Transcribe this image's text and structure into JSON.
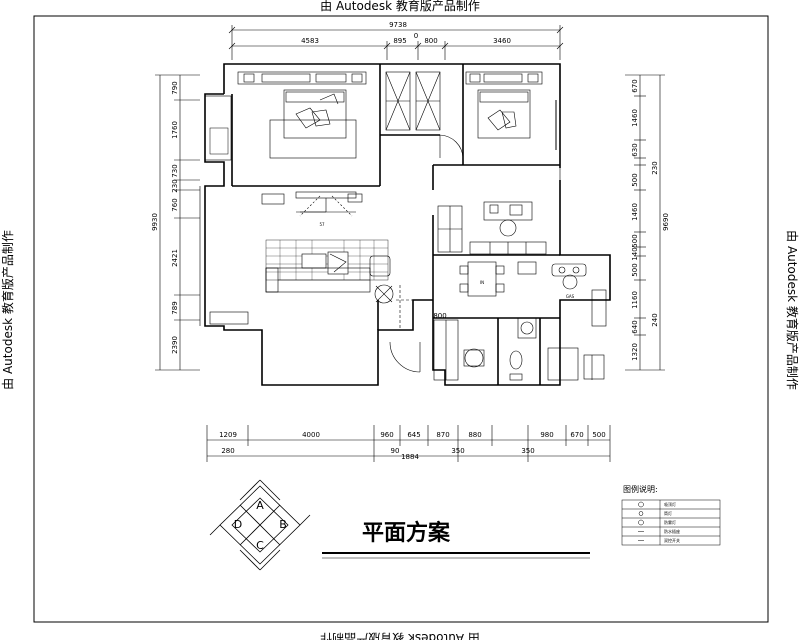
{
  "watermark": "由 Autodesk 教育版产品制作",
  "title": "平面方案",
  "top_dims": {
    "overall": "9738",
    "segments": [
      "4583",
      "895",
      "0",
      "800",
      "3460"
    ]
  },
  "left_dims": {
    "overall": "9930",
    "segments": [
      "790",
      "1760",
      "730",
      "230",
      "760",
      "2421",
      "789",
      "2390"
    ]
  },
  "right_dims": {
    "overall": "9690",
    "segments": [
      "670",
      "1460",
      "630",
      "230",
      "500",
      "1460",
      "500",
      "140",
      "500",
      "1160",
      "640",
      "240",
      "1320"
    ]
  },
  "bottom_dims": {
    "row1": [
      "1209",
      "4000",
      "960",
      "645",
      "870",
      "880",
      "980",
      "670",
      "500"
    ],
    "row2": [
      "280",
      "90",
      "1884",
      "350",
      "350"
    ]
  },
  "door_dim": "800",
  "room_marks": [
    "57",
    "IN",
    "GAS"
  ],
  "compass": {
    "a": "A",
    "b": "B",
    "c": "C",
    "d": "D"
  },
  "legend": {
    "title": "图例说明:",
    "items": [
      "吸顶灯",
      "筒灯",
      "防雾灯",
      "防水插座",
      "双控开关"
    ]
  }
}
